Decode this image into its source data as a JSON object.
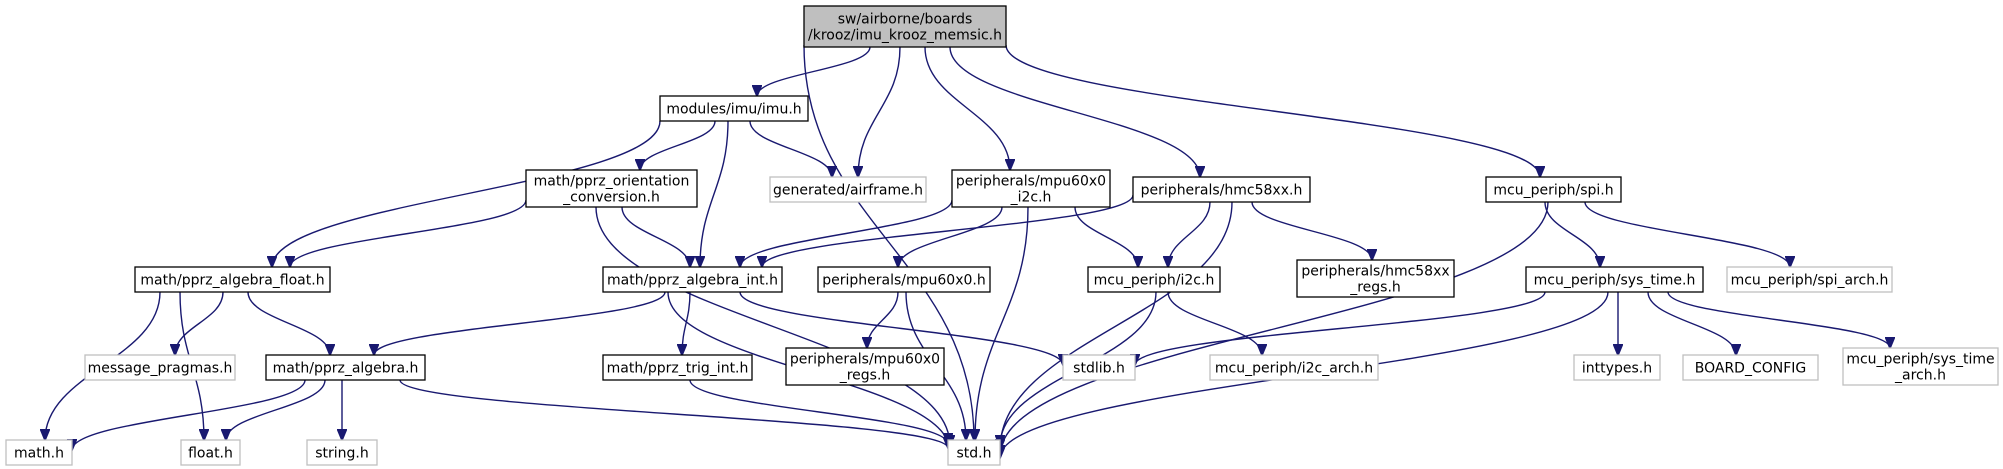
{
  "diagram": {
    "root": "n_root",
    "nodes": [
      {
        "id": "n_root",
        "lines": [
          "sw/airborne/boards",
          "/krooz/imu_krooz_memsic.h"
        ],
        "style": "root"
      },
      {
        "id": "n_imu",
        "lines": [
          "modules/imu/imu.h"
        ],
        "style": "doc"
      },
      {
        "id": "n_airframe",
        "lines": [
          "generated/airframe.h"
        ],
        "style": "missing"
      },
      {
        "id": "n_mpu_i2c",
        "lines": [
          "peripherals/mpu60x0",
          "_i2c.h"
        ],
        "style": "doc"
      },
      {
        "id": "n_hmc",
        "lines": [
          "peripherals/hmc58xx.h"
        ],
        "style": "doc"
      },
      {
        "id": "n_spi",
        "lines": [
          "mcu_periph/spi.h"
        ],
        "style": "doc"
      },
      {
        "id": "n_orient",
        "lines": [
          "math/pprz_orientation",
          "_conversion.h"
        ],
        "style": "doc"
      },
      {
        "id": "n_float",
        "lines": [
          "math/pprz_algebra_float.h"
        ],
        "style": "doc"
      },
      {
        "id": "n_int",
        "lines": [
          "math/pprz_algebra_int.h"
        ],
        "style": "doc"
      },
      {
        "id": "n_mpu",
        "lines": [
          "peripherals/mpu60x0.h"
        ],
        "style": "doc"
      },
      {
        "id": "n_i2c",
        "lines": [
          "mcu_periph/i2c.h"
        ],
        "style": "doc"
      },
      {
        "id": "n_hmc_regs",
        "lines": [
          "peripherals/hmc58xx",
          "_regs.h"
        ],
        "style": "doc"
      },
      {
        "id": "n_systime",
        "lines": [
          "mcu_periph/sys_time.h"
        ],
        "style": "doc"
      },
      {
        "id": "n_spi_arch",
        "lines": [
          "mcu_periph/spi_arch.h"
        ],
        "style": "missing"
      },
      {
        "id": "n_pragmas",
        "lines": [
          "message_pragmas.h"
        ],
        "style": "missing"
      },
      {
        "id": "n_algebra",
        "lines": [
          "math/pprz_algebra.h"
        ],
        "style": "doc"
      },
      {
        "id": "n_trig",
        "lines": [
          "math/pprz_trig_int.h"
        ],
        "style": "doc"
      },
      {
        "id": "n_mpu_regs",
        "lines": [
          "peripherals/mpu60x0",
          "_regs.h"
        ],
        "style": "doc"
      },
      {
        "id": "n_stdlib",
        "lines": [
          "stdlib.h"
        ],
        "style": "missing"
      },
      {
        "id": "n_i2c_arch",
        "lines": [
          "mcu_periph/i2c_arch.h"
        ],
        "style": "missing"
      },
      {
        "id": "n_inttypes",
        "lines": [
          "inttypes.h"
        ],
        "style": "missing"
      },
      {
        "id": "n_board",
        "lines": [
          "BOARD_CONFIG"
        ],
        "style": "missing"
      },
      {
        "id": "n_systime_arch",
        "lines": [
          "mcu_periph/sys_time",
          "_arch.h"
        ],
        "style": "missing"
      },
      {
        "id": "n_math",
        "lines": [
          "math.h"
        ],
        "style": "missing"
      },
      {
        "id": "n_floath",
        "lines": [
          "float.h"
        ],
        "style": "missing"
      },
      {
        "id": "n_string",
        "lines": [
          "string.h"
        ],
        "style": "missing"
      },
      {
        "id": "n_std",
        "lines": [
          "std.h"
        ],
        "style": "missing"
      }
    ],
    "edges": [
      [
        "n_root",
        "n_imu"
      ],
      [
        "n_root",
        "n_airframe"
      ],
      [
        "n_root",
        "n_mpu_i2c"
      ],
      [
        "n_root",
        "n_hmc"
      ],
      [
        "n_root",
        "n_spi"
      ],
      [
        "n_root",
        "n_std"
      ],
      [
        "n_imu",
        "n_airframe"
      ],
      [
        "n_imu",
        "n_orient"
      ],
      [
        "n_imu",
        "n_float"
      ],
      [
        "n_imu",
        "n_int"
      ],
      [
        "n_orient",
        "n_float"
      ],
      [
        "n_orient",
        "n_int"
      ],
      [
        "n_orient",
        "n_std"
      ],
      [
        "n_mpu_i2c",
        "n_int"
      ],
      [
        "n_mpu_i2c",
        "n_mpu"
      ],
      [
        "n_mpu_i2c",
        "n_i2c"
      ],
      [
        "n_mpu_i2c",
        "n_std"
      ],
      [
        "n_hmc",
        "n_int"
      ],
      [
        "n_hmc",
        "n_i2c"
      ],
      [
        "n_hmc",
        "n_hmc_regs"
      ],
      [
        "n_hmc",
        "n_std"
      ],
      [
        "n_spi",
        "n_systime"
      ],
      [
        "n_spi",
        "n_spi_arch"
      ],
      [
        "n_spi",
        "n_std"
      ],
      [
        "n_float",
        "n_pragmas"
      ],
      [
        "n_float",
        "n_algebra"
      ],
      [
        "n_float",
        "n_math"
      ],
      [
        "n_float",
        "n_floath"
      ],
      [
        "n_int",
        "n_algebra"
      ],
      [
        "n_int",
        "n_trig"
      ],
      [
        "n_int",
        "n_stdlib"
      ],
      [
        "n_int",
        "n_std"
      ],
      [
        "n_mpu",
        "n_mpu_regs"
      ],
      [
        "n_mpu",
        "n_std"
      ],
      [
        "n_i2c",
        "n_i2c_arch"
      ],
      [
        "n_i2c",
        "n_std"
      ],
      [
        "n_systime",
        "n_stdlib"
      ],
      [
        "n_systime",
        "n_inttypes"
      ],
      [
        "n_systime",
        "n_board"
      ],
      [
        "n_systime",
        "n_systime_arch"
      ],
      [
        "n_systime",
        "n_std"
      ],
      [
        "n_algebra",
        "n_math"
      ],
      [
        "n_algebra",
        "n_floath"
      ],
      [
        "n_algebra",
        "n_string"
      ],
      [
        "n_algebra",
        "n_std"
      ],
      [
        "n_trig",
        "n_std"
      ]
    ],
    "colors": {
      "edge": "#191970",
      "doc_border": "#000000",
      "missing_border": "#bfbfbf",
      "root_fill": "#bfbfbf",
      "node_fill": "#ffffff",
      "text": "#000000"
    }
  }
}
